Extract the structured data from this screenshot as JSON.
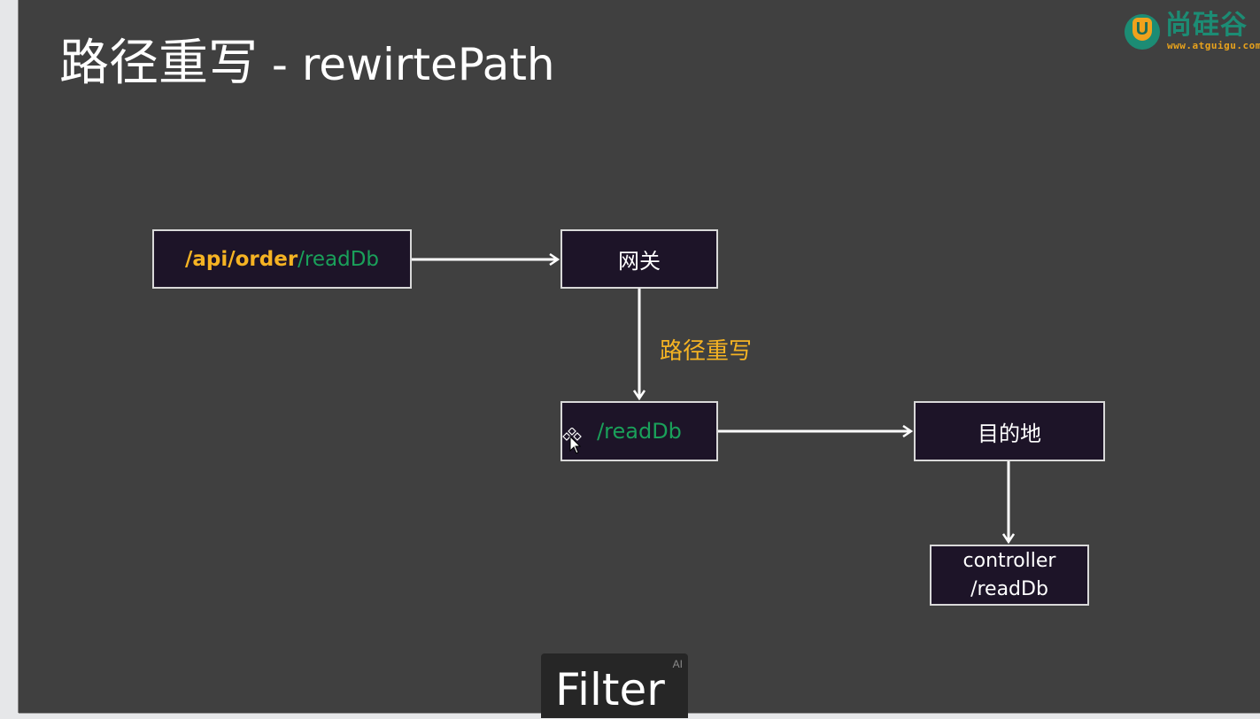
{
  "slide": {
    "title_cn": "路径重写",
    "title_sep": " - ",
    "title_en": "rewirtePath"
  },
  "logo": {
    "mark": "U",
    "name": "尚硅谷",
    "url": "www.atguigu.com"
  },
  "diagram": {
    "nodes": {
      "source": {
        "prefix": "/api/order",
        "suffix": "/readDb"
      },
      "gateway": {
        "label": "网关"
      },
      "rewritten": {
        "label": "/readDb"
      },
      "destination": {
        "label": "目的地"
      },
      "controller": {
        "line1": "controller",
        "line2": "/readDb"
      }
    },
    "edges": {
      "gateway_to_rewritten": {
        "label": "路径重写"
      }
    }
  },
  "colors": {
    "slide_bg": "#404040",
    "box_bg": "#1d1428",
    "accent_orange": "#f5b323",
    "accent_green": "#1aa05a"
  },
  "caption": {
    "text": "Filter",
    "badge": "AI"
  }
}
